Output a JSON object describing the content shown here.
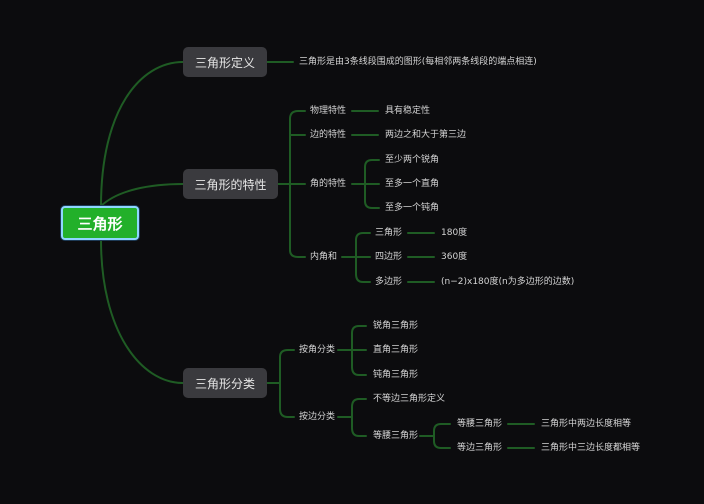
{
  "root": "三角形",
  "definition": {
    "title": "三角形定义",
    "text": "三角形是由3条线段围成的图形(每相邻两条线段的端点相连)"
  },
  "properties": {
    "title": "三角形的特性",
    "physical": {
      "label": "物理特性",
      "value": "具有稳定性"
    },
    "sides": {
      "label": "边的特性",
      "value": "两边之和大于第三边"
    },
    "angles": {
      "label": "角的特性",
      "items": [
        "至少两个锐角",
        "至多一个直角",
        "至多一个钝角"
      ]
    },
    "angle_sum": {
      "label": "内角和",
      "rows": [
        {
          "shape": "三角形",
          "value": "180度"
        },
        {
          "shape": "四边形",
          "value": "360度"
        },
        {
          "shape": "多边形",
          "value": "(n−2)x180度(n为多边形的边数)"
        }
      ]
    }
  },
  "classification": {
    "title": "三角形分类",
    "by_angle": {
      "label": "按角分类",
      "items": [
        "锐角三角形",
        "直角三角形",
        "钝角三角形"
      ]
    },
    "by_side": {
      "label": "按边分类",
      "scalene": "不等边三角形定义",
      "isosceles": {
        "label": "等腰三角形",
        "rows": [
          {
            "label": "等腰三角形",
            "desc": "三角形中两边长度相等"
          },
          {
            "label": "等边三角形",
            "desc": "三角形中三边长度都相等"
          }
        ]
      }
    }
  },
  "colors": {
    "background": "#0c0c0e",
    "edge": "#1f5c24",
    "root": "#22b02a",
    "node": "#3a3a3e"
  }
}
